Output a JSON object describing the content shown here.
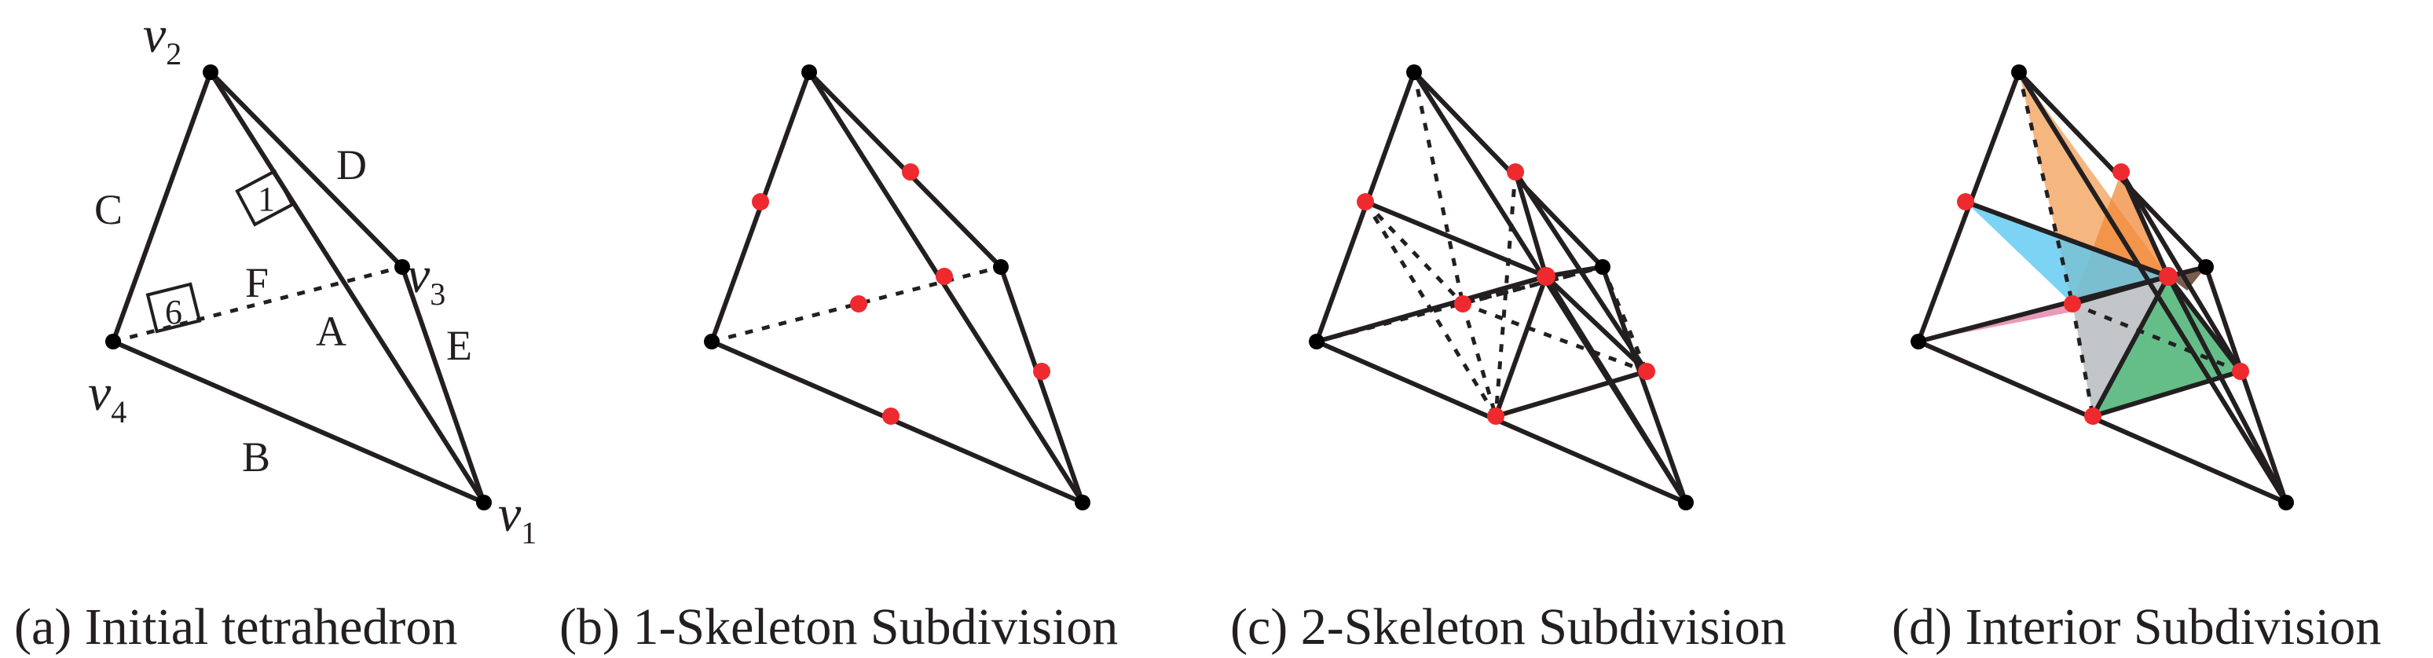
{
  "panels": [
    {
      "caption": "(a) Initial tetrahedron",
      "vertex_labels": [
        {
          "letter": "v",
          "sub": "2"
        },
        {
          "letter": "v",
          "sub": "3"
        },
        {
          "letter": "v",
          "sub": "4"
        },
        {
          "letter": "v",
          "sub": "1"
        }
      ],
      "edge_labels": [
        "A",
        "B",
        "C",
        "D",
        "E",
        "F"
      ],
      "face_markers": [
        "1",
        "6"
      ]
    },
    {
      "caption": "(b) 1-Skeleton Subdivision"
    },
    {
      "caption": "(c) 2-Skeleton Subdivision"
    },
    {
      "caption": "(d) Interior Subdivision"
    }
  ],
  "colors": {
    "edge": "#231f20",
    "vertex": "#000000",
    "new_vertex": "#ee2a2e",
    "fill_orange": "#f4a460",
    "fill_blue": "#5bc8f0",
    "fill_green": "#3fae6a",
    "fill_gray": "#b8bcc0",
    "fill_brown": "#6b4a3a",
    "fill_pink": "#e58fb0"
  }
}
